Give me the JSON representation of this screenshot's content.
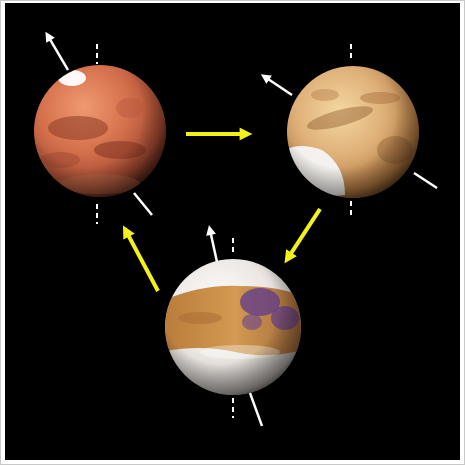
{
  "figure": {
    "background": "#000000",
    "border_color": "#c8c8c8",
    "arrow_color": "#f2f21a",
    "axis_color": "#ffffff",
    "cycle": [
      "low-obliquity",
      "present-obliquity",
      "high-obliquity"
    ],
    "planets": [
      {
        "id": "low-obliquity",
        "polar_cap": "north",
        "palette": [
          "#e2855f",
          "#b8553a",
          "#7a3020"
        ]
      },
      {
        "id": "present-obliquity",
        "polar_cap": "south",
        "palette": [
          "#e9c28a",
          "#c9925a",
          "#7c5230"
        ]
      },
      {
        "id": "high-obliquity",
        "polar_cap": "both",
        "palette": [
          "#f3eee9",
          "#c58a46",
          "#5e3a8c"
        ]
      }
    ]
  }
}
